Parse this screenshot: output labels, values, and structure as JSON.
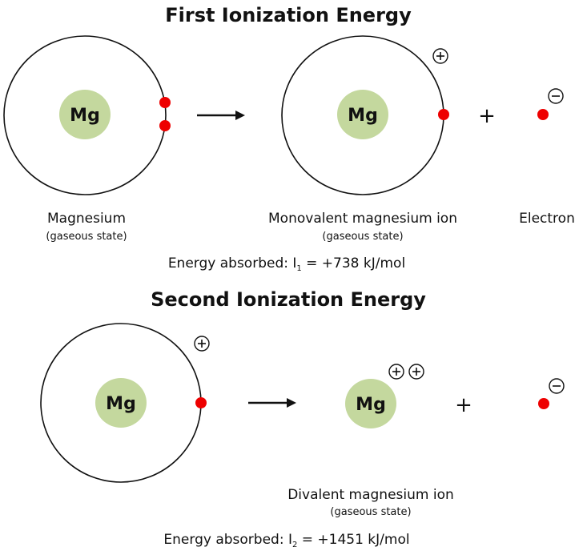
{
  "first": {
    "title": "First Ionization Energy",
    "reactant": {
      "nucleus": "Mg",
      "name": "Magnesium",
      "state": "(gaseous state)"
    },
    "product": {
      "nucleus": "Mg",
      "name": "Monovalent magnesium ion",
      "state": "(gaseous state)"
    },
    "electron": {
      "name": "Electron"
    },
    "plus": "+",
    "energy": {
      "prefix": "Energy absorbed: I",
      "sub": "1",
      "suffix": " = +738 kJ/mol"
    }
  },
  "second": {
    "title": "Second Ionization Energy",
    "reactant": {
      "nucleus": "Mg"
    },
    "product": {
      "nucleus": "Mg",
      "name": "Divalent magnesium ion",
      "state": "(gaseous state)"
    },
    "plus": "+",
    "energy": {
      "prefix": "Energy absorbed: I",
      "sub": "2",
      "suffix": " = +1451 kJ/mol"
    }
  },
  "colors": {
    "nucleus": "#c4d89e",
    "electron": "#ee0000"
  }
}
